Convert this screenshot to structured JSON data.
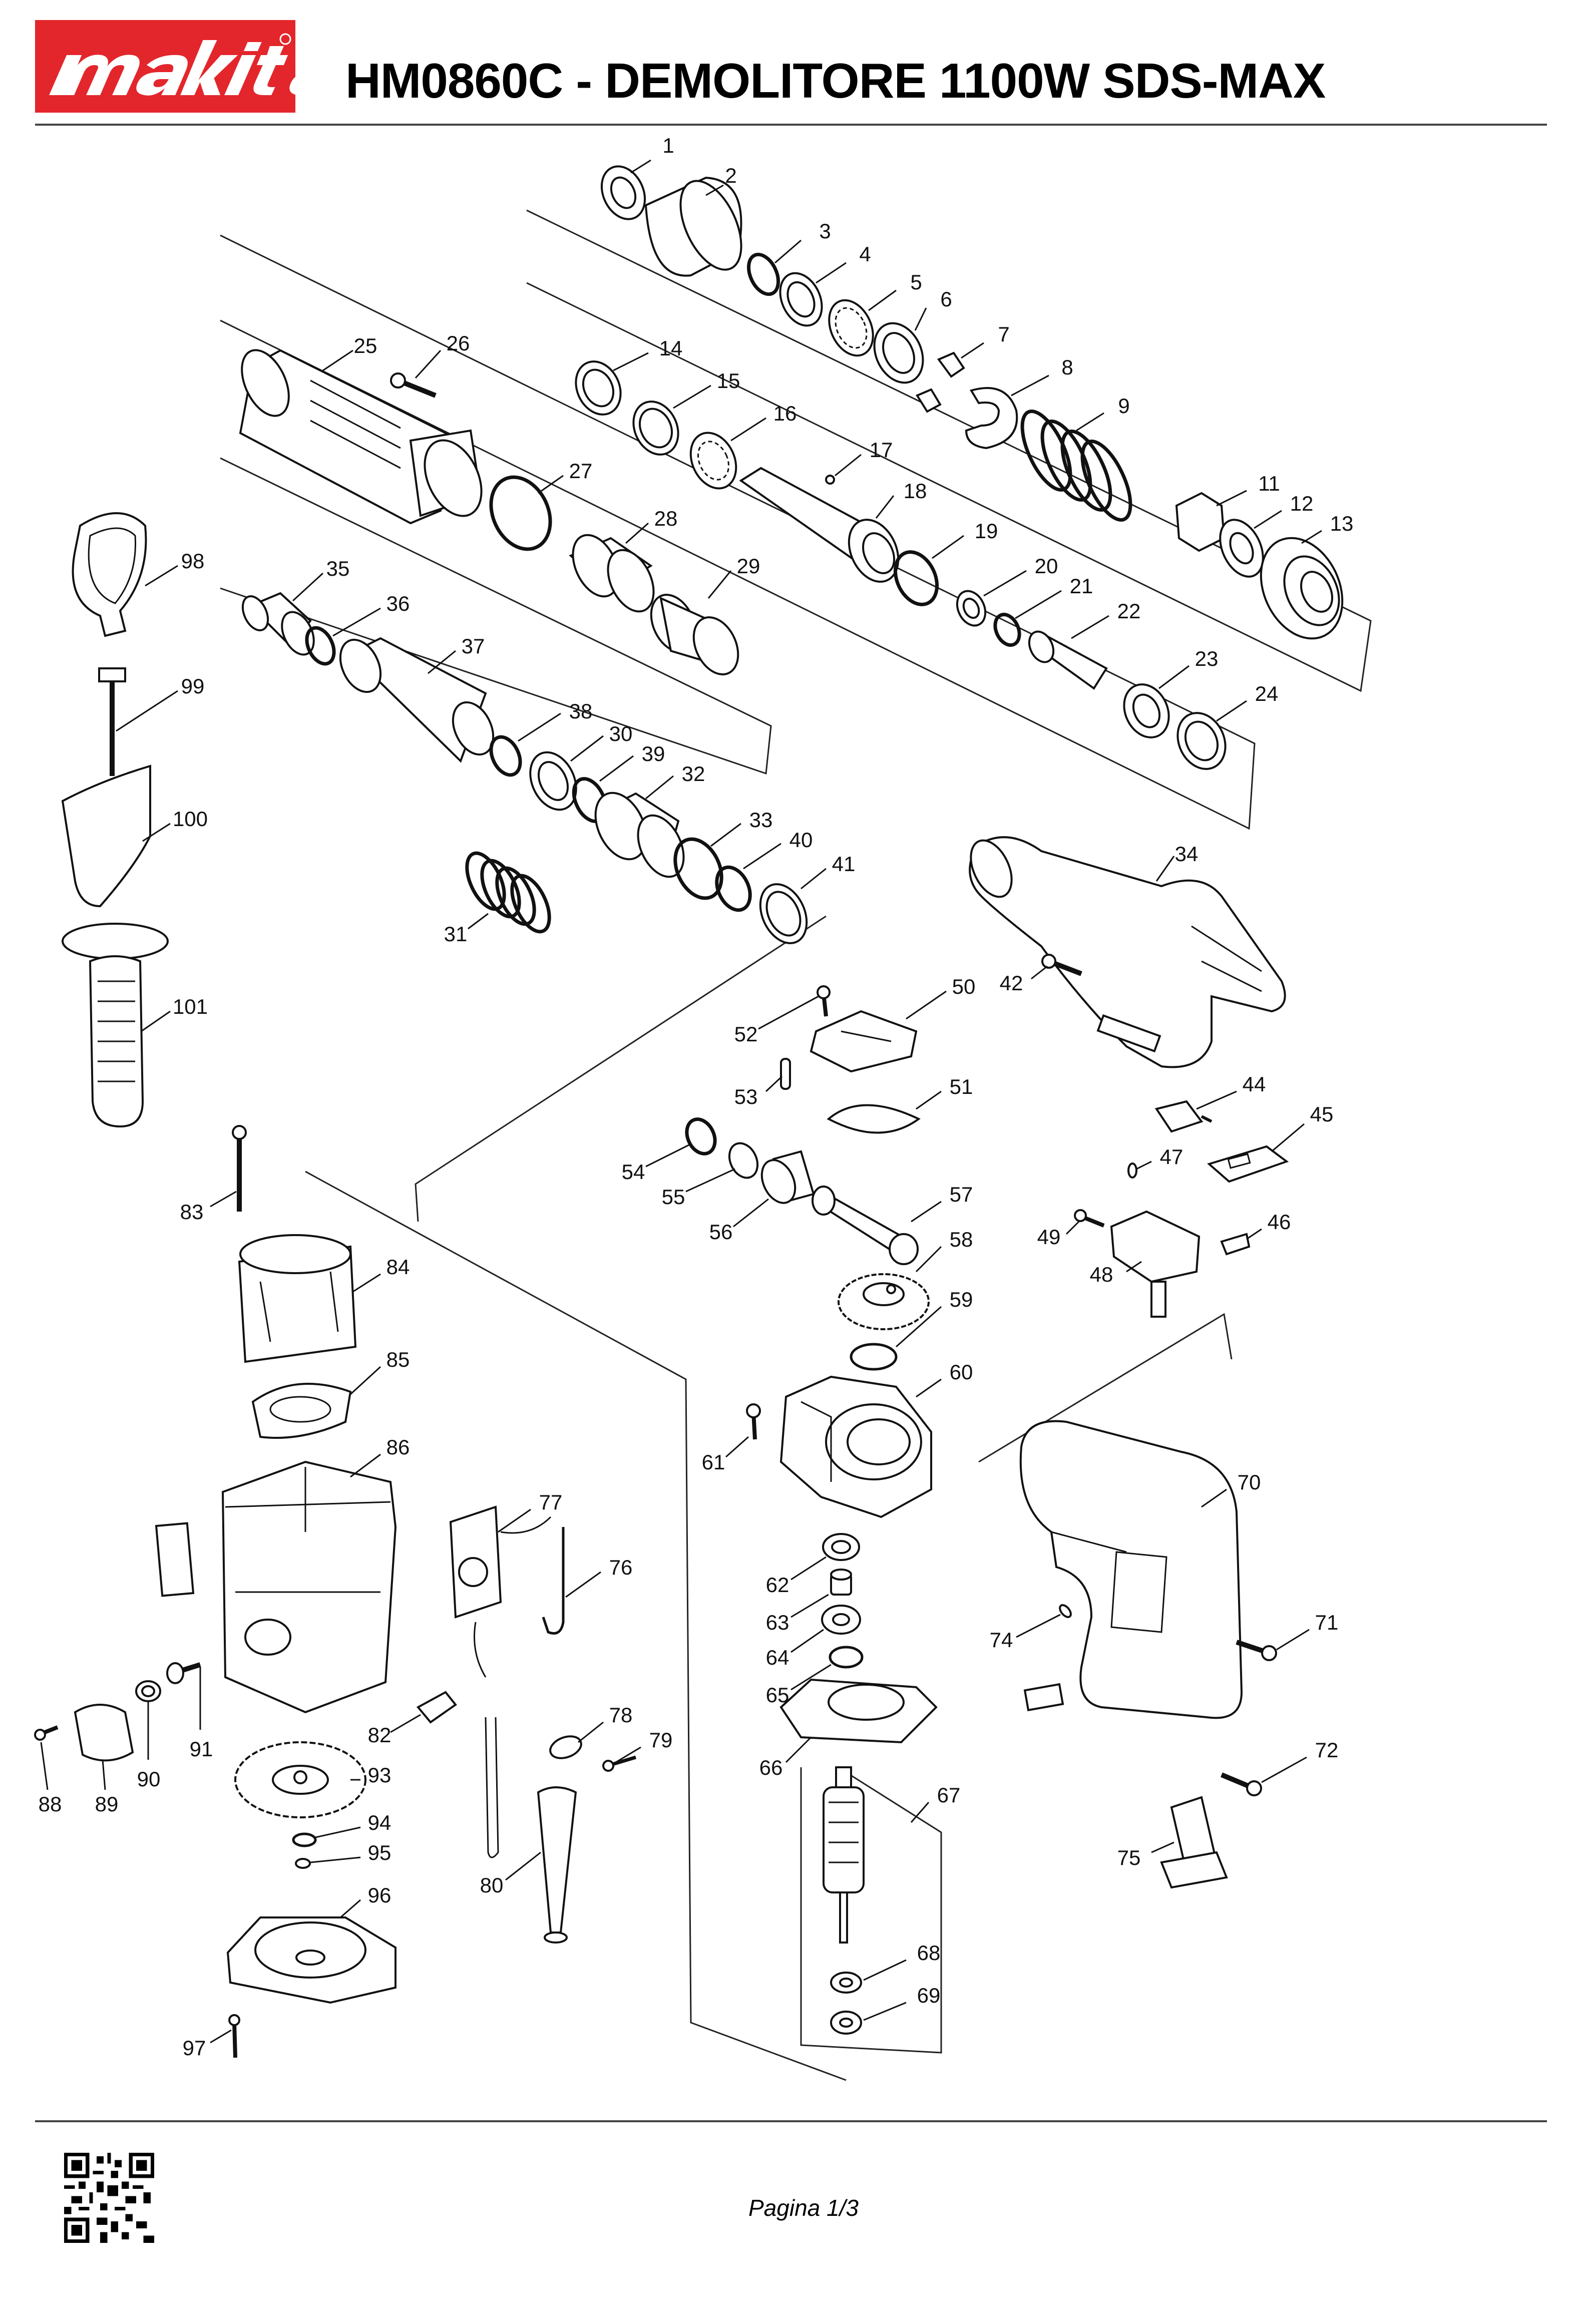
{
  "header": {
    "brand": "makita",
    "title": "HM0860C - DEMOLITORE 1100W SDS-MAX"
  },
  "parts": [
    {
      "n": "1",
      "shape": "ring"
    },
    {
      "n": "2",
      "shape": "cone"
    },
    {
      "n": "3",
      "shape": "ring"
    },
    {
      "n": "4",
      "shape": "ring"
    },
    {
      "n": "5",
      "shape": "ring"
    },
    {
      "n": "6",
      "shape": "ring"
    },
    {
      "n": "7",
      "shape": "block"
    },
    {
      "n": "8",
      "shape": "ring"
    },
    {
      "n": "9",
      "shape": "spring"
    },
    {
      "n": "11",
      "shape": "ring"
    },
    {
      "n": "12",
      "shape": "ring"
    },
    {
      "n": "13",
      "shape": "ring"
    },
    {
      "n": "14",
      "shape": "ring"
    },
    {
      "n": "15",
      "shape": "ring"
    },
    {
      "n": "16",
      "shape": "ring"
    },
    {
      "n": "17",
      "shape": "dot"
    },
    {
      "n": "18",
      "shape": "cylinder"
    },
    {
      "n": "19",
      "shape": "ring"
    },
    {
      "n": "20",
      "shape": "ring"
    },
    {
      "n": "21",
      "shape": "ring"
    },
    {
      "n": "22",
      "shape": "cylinder"
    },
    {
      "n": "23",
      "shape": "ring"
    },
    {
      "n": "24",
      "shape": "ring"
    },
    {
      "n": "25",
      "shape": "cylinder"
    },
    {
      "n": "26",
      "shape": "screw"
    },
    {
      "n": "27",
      "shape": "ring"
    },
    {
      "n": "28",
      "shape": "cylinder"
    },
    {
      "n": "29",
      "shape": "cylinder"
    },
    {
      "n": "30",
      "shape": "ring"
    },
    {
      "n": "31",
      "shape": "spring"
    },
    {
      "n": "32",
      "shape": "cylinder"
    },
    {
      "n": "33",
      "shape": "ring"
    },
    {
      "n": "34",
      "shape": "housing"
    },
    {
      "n": "35",
      "shape": "cylinder"
    },
    {
      "n": "36",
      "shape": "ring"
    },
    {
      "n": "37",
      "shape": "cylinder"
    },
    {
      "n": "38",
      "shape": "ring"
    },
    {
      "n": "39",
      "shape": "ring"
    },
    {
      "n": "40",
      "shape": "ring"
    },
    {
      "n": "41",
      "shape": "ring"
    },
    {
      "n": "42",
      "shape": "screw"
    },
    {
      "n": "44",
      "shape": "block"
    },
    {
      "n": "45",
      "shape": "block"
    },
    {
      "n": "46",
      "shape": "block"
    },
    {
      "n": "47",
      "shape": "dot"
    },
    {
      "n": "48",
      "shape": "block"
    },
    {
      "n": "49",
      "shape": "screw"
    },
    {
      "n": "50",
      "shape": "block"
    },
    {
      "n": "51",
      "shape": "ring"
    },
    {
      "n": "52",
      "shape": "screw"
    },
    {
      "n": "53",
      "shape": "pin"
    },
    {
      "n": "54",
      "shape": "ring"
    },
    {
      "n": "55",
      "shape": "ring"
    },
    {
      "n": "56",
      "shape": "cylinder"
    },
    {
      "n": "57",
      "shape": "rod"
    },
    {
      "n": "58",
      "shape": "gear"
    },
    {
      "n": "59",
      "shape": "ring"
    },
    {
      "n": "60",
      "shape": "housing"
    },
    {
      "n": "61",
      "shape": "screw"
    },
    {
      "n": "62",
      "shape": "ring"
    },
    {
      "n": "63",
      "shape": "cylinder"
    },
    {
      "n": "64",
      "shape": "ring"
    },
    {
      "n": "65",
      "shape": "ring"
    },
    {
      "n": "66",
      "shape": "block"
    },
    {
      "n": "67",
      "shape": "armature"
    },
    {
      "n": "68",
      "shape": "ring"
    },
    {
      "n": "69",
      "shape": "ring"
    },
    {
      "n": "70",
      "shape": "handle"
    },
    {
      "n": "71",
      "shape": "screw"
    },
    {
      "n": "72",
      "shape": "screw"
    },
    {
      "n": "74",
      "shape": "dot"
    },
    {
      "n": "75",
      "shape": "block"
    },
    {
      "n": "76",
      "shape": "wire"
    },
    {
      "n": "77",
      "shape": "block"
    },
    {
      "n": "78",
      "shape": "block"
    },
    {
      "n": "79",
      "shape": "screw"
    },
    {
      "n": "80",
      "shape": "cord"
    },
    {
      "n": "82",
      "shape": "block"
    },
    {
      "n": "83",
      "shape": "screw"
    },
    {
      "n": "84",
      "shape": "cylinder"
    },
    {
      "n": "85",
      "shape": "ring"
    },
    {
      "n": "86",
      "shape": "housing"
    },
    {
      "n": "88",
      "shape": "screw"
    },
    {
      "n": "89",
      "shape": "block"
    },
    {
      "n": "90",
      "shape": "ring"
    },
    {
      "n": "91",
      "shape": "screw"
    },
    {
      "n": "93",
      "shape": "fan"
    },
    {
      "n": "94",
      "shape": "ring"
    },
    {
      "n": "95",
      "shape": "ring"
    },
    {
      "n": "96",
      "shape": "block"
    },
    {
      "n": "97",
      "shape": "screw"
    },
    {
      "n": "98",
      "shape": "strap"
    },
    {
      "n": "99",
      "shape": "screw"
    },
    {
      "n": "100",
      "shape": "block"
    },
    {
      "n": "101",
      "shape": "grip"
    }
  ],
  "footer": {
    "qr": "qr-code",
    "page_label": "Pagina 1/3"
  }
}
